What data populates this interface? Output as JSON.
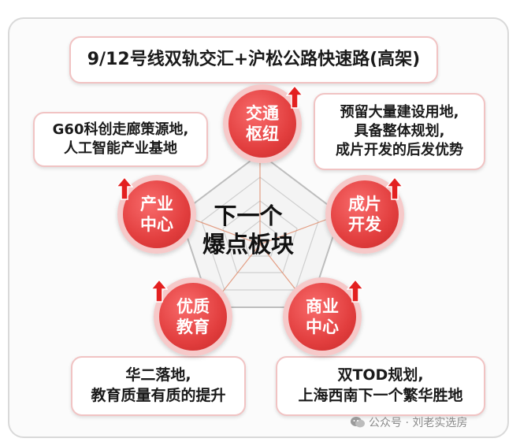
{
  "center": {
    "title": "下一个\n爆点板块"
  },
  "nodes": {
    "transport": "交通\n枢纽",
    "industry": "产业\n中心",
    "develop": "成片\n开发",
    "education": "优质\n教育",
    "commerce": "商业\n中心"
  },
  "callouts": {
    "transport": "9/12号线双轨交汇+沪松公路快速路(高架)",
    "industry": "G60科创走廊策源地,\n人工智能产业基地",
    "develop": "预留大量建设用地,\n具备整体规划,\n成片开发的后发优势",
    "education": "华二落地,\n教育质量有质的提升",
    "commerce": "双TOD规划,\n上海西南下一个繁华胜地"
  },
  "watermark": {
    "icon": "wechat-icon",
    "text": "公众号 · 刘老实选房"
  },
  "colors": {
    "accent": "#e23e3e",
    "node_ring": "#f6c9c9",
    "callout_border": "#f1c3c3"
  }
}
